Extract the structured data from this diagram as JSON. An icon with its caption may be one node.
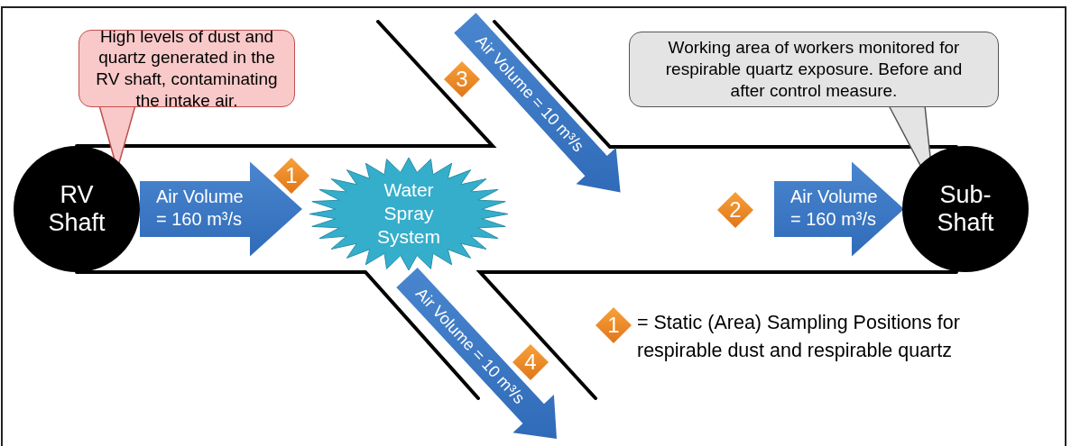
{
  "diagram": {
    "nodes": [
      {
        "text": [
          "High levels of dust and quartz generated in the RV shaft, contaminating the intake air."
        ]
      },
      {
        "text": [
          "Air Volume = 10 m³/s"
        ]
      },
      {
        "text": [
          "3"
        ],
        "in": 1
      },
      {
        "text": [
          "Working area of workers monitored for respirable quartz exposure. Before and after control measure."
        ]
      },
      {
        "text": [
          "RV Shaft"
        ]
      },
      {
        "text": [
          "1"
        ]
      },
      {
        "text": [
          "Water Spray System"
        ]
      },
      {
        "text": [
          "2"
        ]
      },
      {
        "text": [
          "Sub-Shaft"
        ]
      },
      {
        "text": [
          "4"
        ]
      },
      {
        "text": [
          "1"
        ],
        "beside": [
          "= Static (Area) Sampling Positions for respirable dust and respirable quartz"
        ]
      }
    ],
    "edges": [
      {
        "from": 0,
        "to": 4,
        "arrow": "to"
      },
      {
        "from": 3,
        "to": 8,
        "arrow": "to"
      },
      {
        "from": 4,
        "to": 6,
        "arrow": "to",
        "label": "Air Volume = 160 m³/s"
      },
      {
        "from": null,
        "to": 8,
        "arrow": "to",
        "label": "Air Volume = 160 m³/s"
      },
      {
        "from": 6,
        "to": null,
        "arrow": "to",
        "label": "Air Volume = 10 m³/s"
      }
    ]
  }
}
